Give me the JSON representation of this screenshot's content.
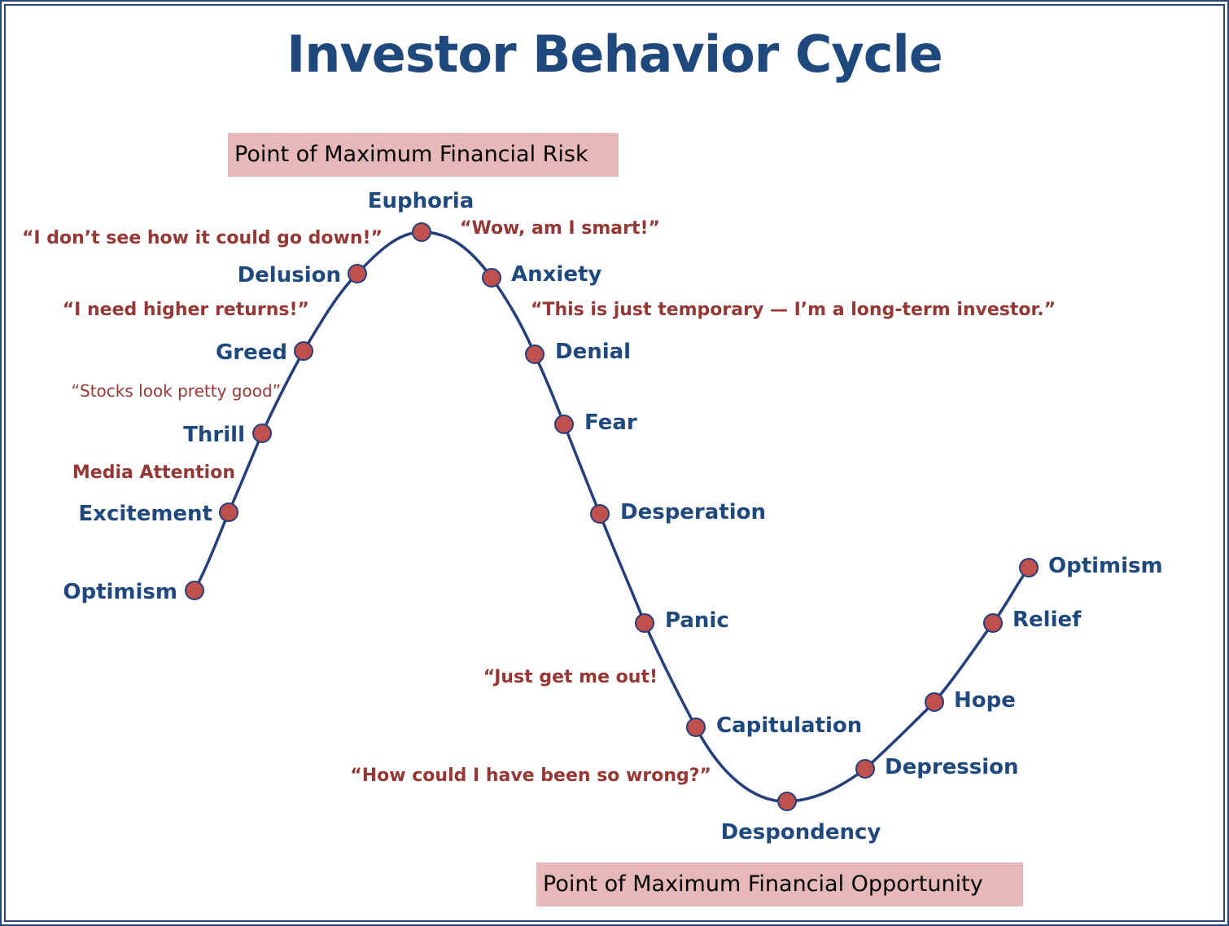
{
  "title": "Investor Behavior Cycle",
  "callouts": {
    "max_risk": "Point of Maximum Financial Risk",
    "max_opportunity": "Point of Maximum Financial Opportunity"
  },
  "stages": [
    "Optimism",
    "Excitement",
    "Thrill",
    "Greed",
    "Delusion",
    "Euphoria",
    "Anxiety",
    "Denial",
    "Fear",
    "Desperation",
    "Panic",
    "Capitulation",
    "Despondency",
    "Depression",
    "Hope",
    "Relief",
    "Optimism"
  ],
  "quotes": {
    "media_attention": "Media Attention",
    "stocks_good": "“Stocks  look pretty good”",
    "higher_returns": "“I need higher returns!”",
    "go_down": "“I don’t see how it could go down!”",
    "smart": "“Wow, am I smart!”",
    "temporary": "“This is just temporary — I’m a long-term investor.”",
    "get_out": "“Just get me out!",
    "so_wrong": "“How could I have been so wrong?”"
  },
  "colors": {
    "title": "#1f497d",
    "stage_label": "#1f497d",
    "quote": "#953735",
    "curve": "#243f7a",
    "marker_fill": "#c0504d",
    "marker_stroke": "#243f7a",
    "callout_bg": "#e6b9b8",
    "frame": "#27467a"
  }
}
